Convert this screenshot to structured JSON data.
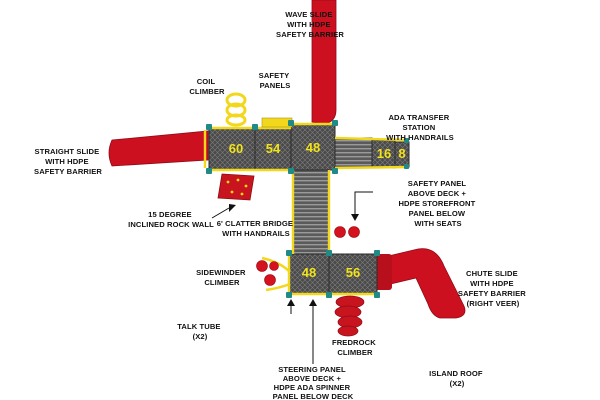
{
  "diagram": {
    "labels": {
      "wave_slide": [
        "WAVE SLIDE",
        "WITH HDPE",
        "SAFETY BARRIER"
      ],
      "coil_climber": [
        "COIL",
        "CLIMBER"
      ],
      "safety_panels": [
        "SAFETY",
        "PANELS"
      ],
      "ada_transfer": [
        "ADA TRANSFER",
        "STATION",
        "WITH HANDRAILS"
      ],
      "straight_slide": [
        "STRAIGHT SLIDE",
        "WITH HDPE",
        "SAFETY BARRIER"
      ],
      "safety_panel_storefront": [
        "SAFETY PANEL",
        "ABOVE DECK +",
        "HDPE STOREFRONT",
        "PANEL BELOW",
        "WITH SEATS"
      ],
      "rock_wall": [
        "15 DEGREE",
        "INCLINED ROCK WALL"
      ],
      "clatter_bridge": [
        "6' CLATTER BRIDGE",
        "WITH HANDRAILS"
      ],
      "sidewinder": [
        "SIDEWINDER",
        "CLIMBER"
      ],
      "chute_slide": [
        "CHUTE SLIDE",
        "WITH HDPE",
        "SAFETY BARRIER",
        "(RIGHT VEER)"
      ],
      "talk_tube": [
        "TALK TUBE",
        "(X2)"
      ],
      "fredrock": [
        "FREDROCK",
        "CLIMBER"
      ],
      "island_roof": [
        "ISLAND ROOF",
        "(X2)"
      ],
      "steering_panel": [
        "STEERING PANEL",
        "ABOVE DECK +",
        "HDPE ADA SPINNER",
        "PANEL BELOW DECK"
      ]
    },
    "deck_heights": {
      "d60": "60",
      "d54": "54",
      "d48_top": "48",
      "d16": "16",
      "d8": "8",
      "d48_bottom": "48",
      "d56": "56"
    },
    "colors": {
      "deck": "#4a4a4a",
      "deck_grid": "#8a8a8a",
      "rail": "#f2d81c",
      "slide": "#cc1020",
      "post": "#1f8a86",
      "text": "#111111",
      "number": "#f2e21a"
    }
  }
}
